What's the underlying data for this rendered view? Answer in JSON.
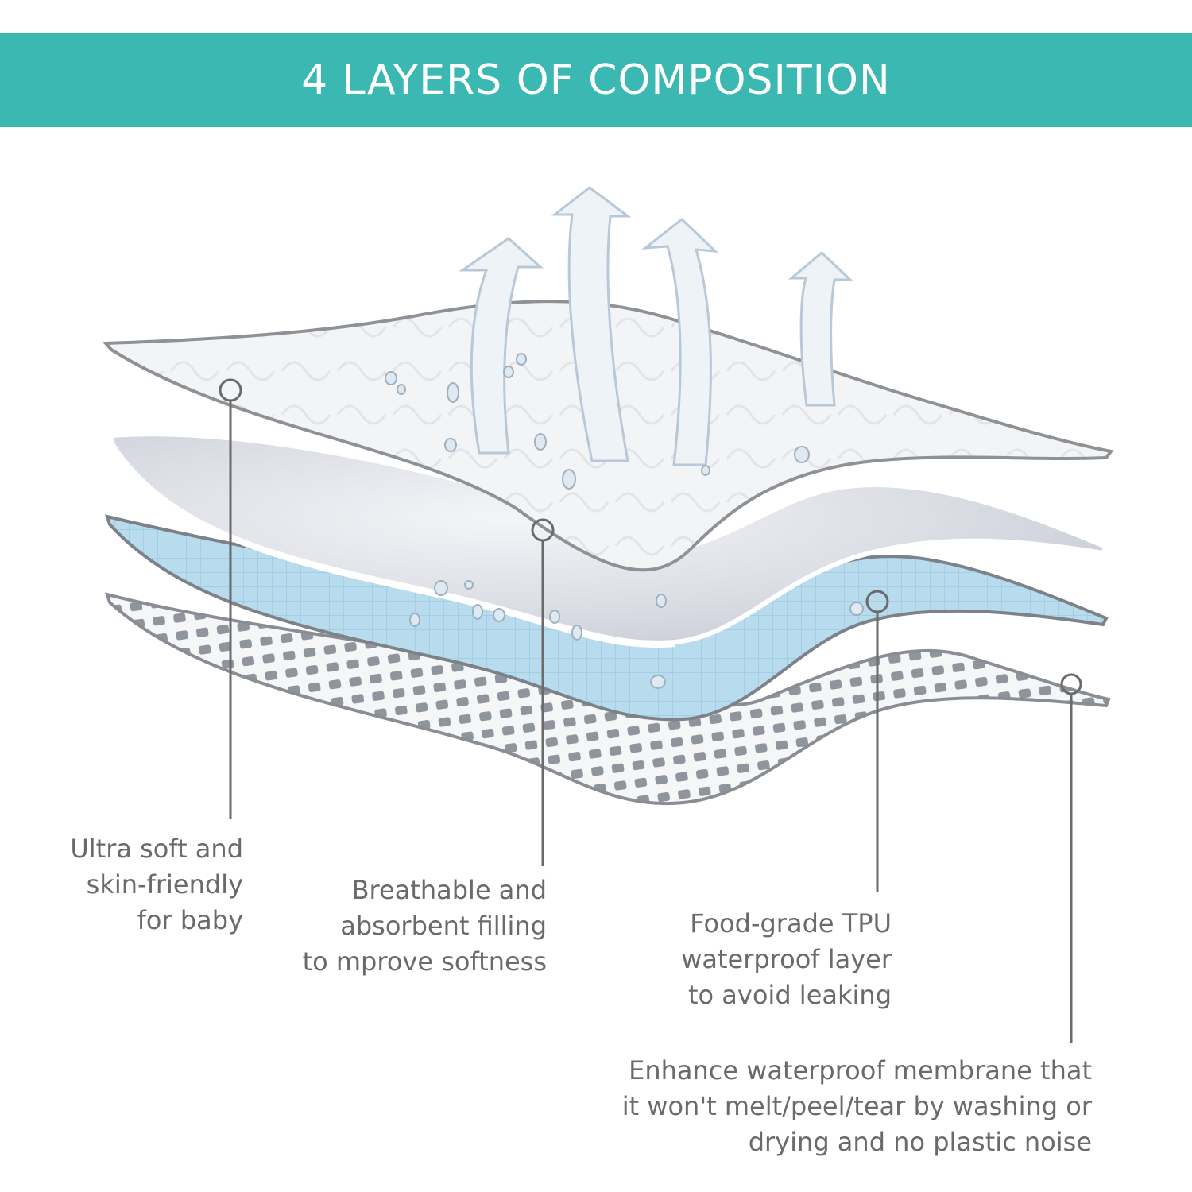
{
  "header": {
    "title": "4 LAYERS OF COMPOSITION"
  },
  "colors": {
    "banner": "#3bb8b2",
    "top_layer": "#f2f3f5",
    "filling_layer": "#e2e4ea",
    "tpu_layer": "#b7dcef",
    "membrane_layer": "#dde1e6",
    "label_text": "#6a6a6a"
  },
  "layers": [
    {
      "name": "top-cotton-layer",
      "lines": [
        "Ultra soft and",
        "skin-friendly",
        "for baby"
      ]
    },
    {
      "name": "absorbent-filling-layer",
      "lines": [
        "Breathable and",
        "absorbent filling",
        "to mprove softness"
      ]
    },
    {
      "name": "tpu-waterproof-layer",
      "lines": [
        "Food-grade TPU",
        "waterproof layer",
        "to avoid leaking"
      ]
    },
    {
      "name": "waterproof-membrane-layer",
      "lines": [
        "Enhance waterproof membrane that",
        "it won't melt/peel/tear by washing or",
        "drying and no plastic noise"
      ]
    }
  ],
  "icons": [
    "breathable-arrow-icon",
    "water-droplet-icon",
    "callout-marker-icon"
  ]
}
